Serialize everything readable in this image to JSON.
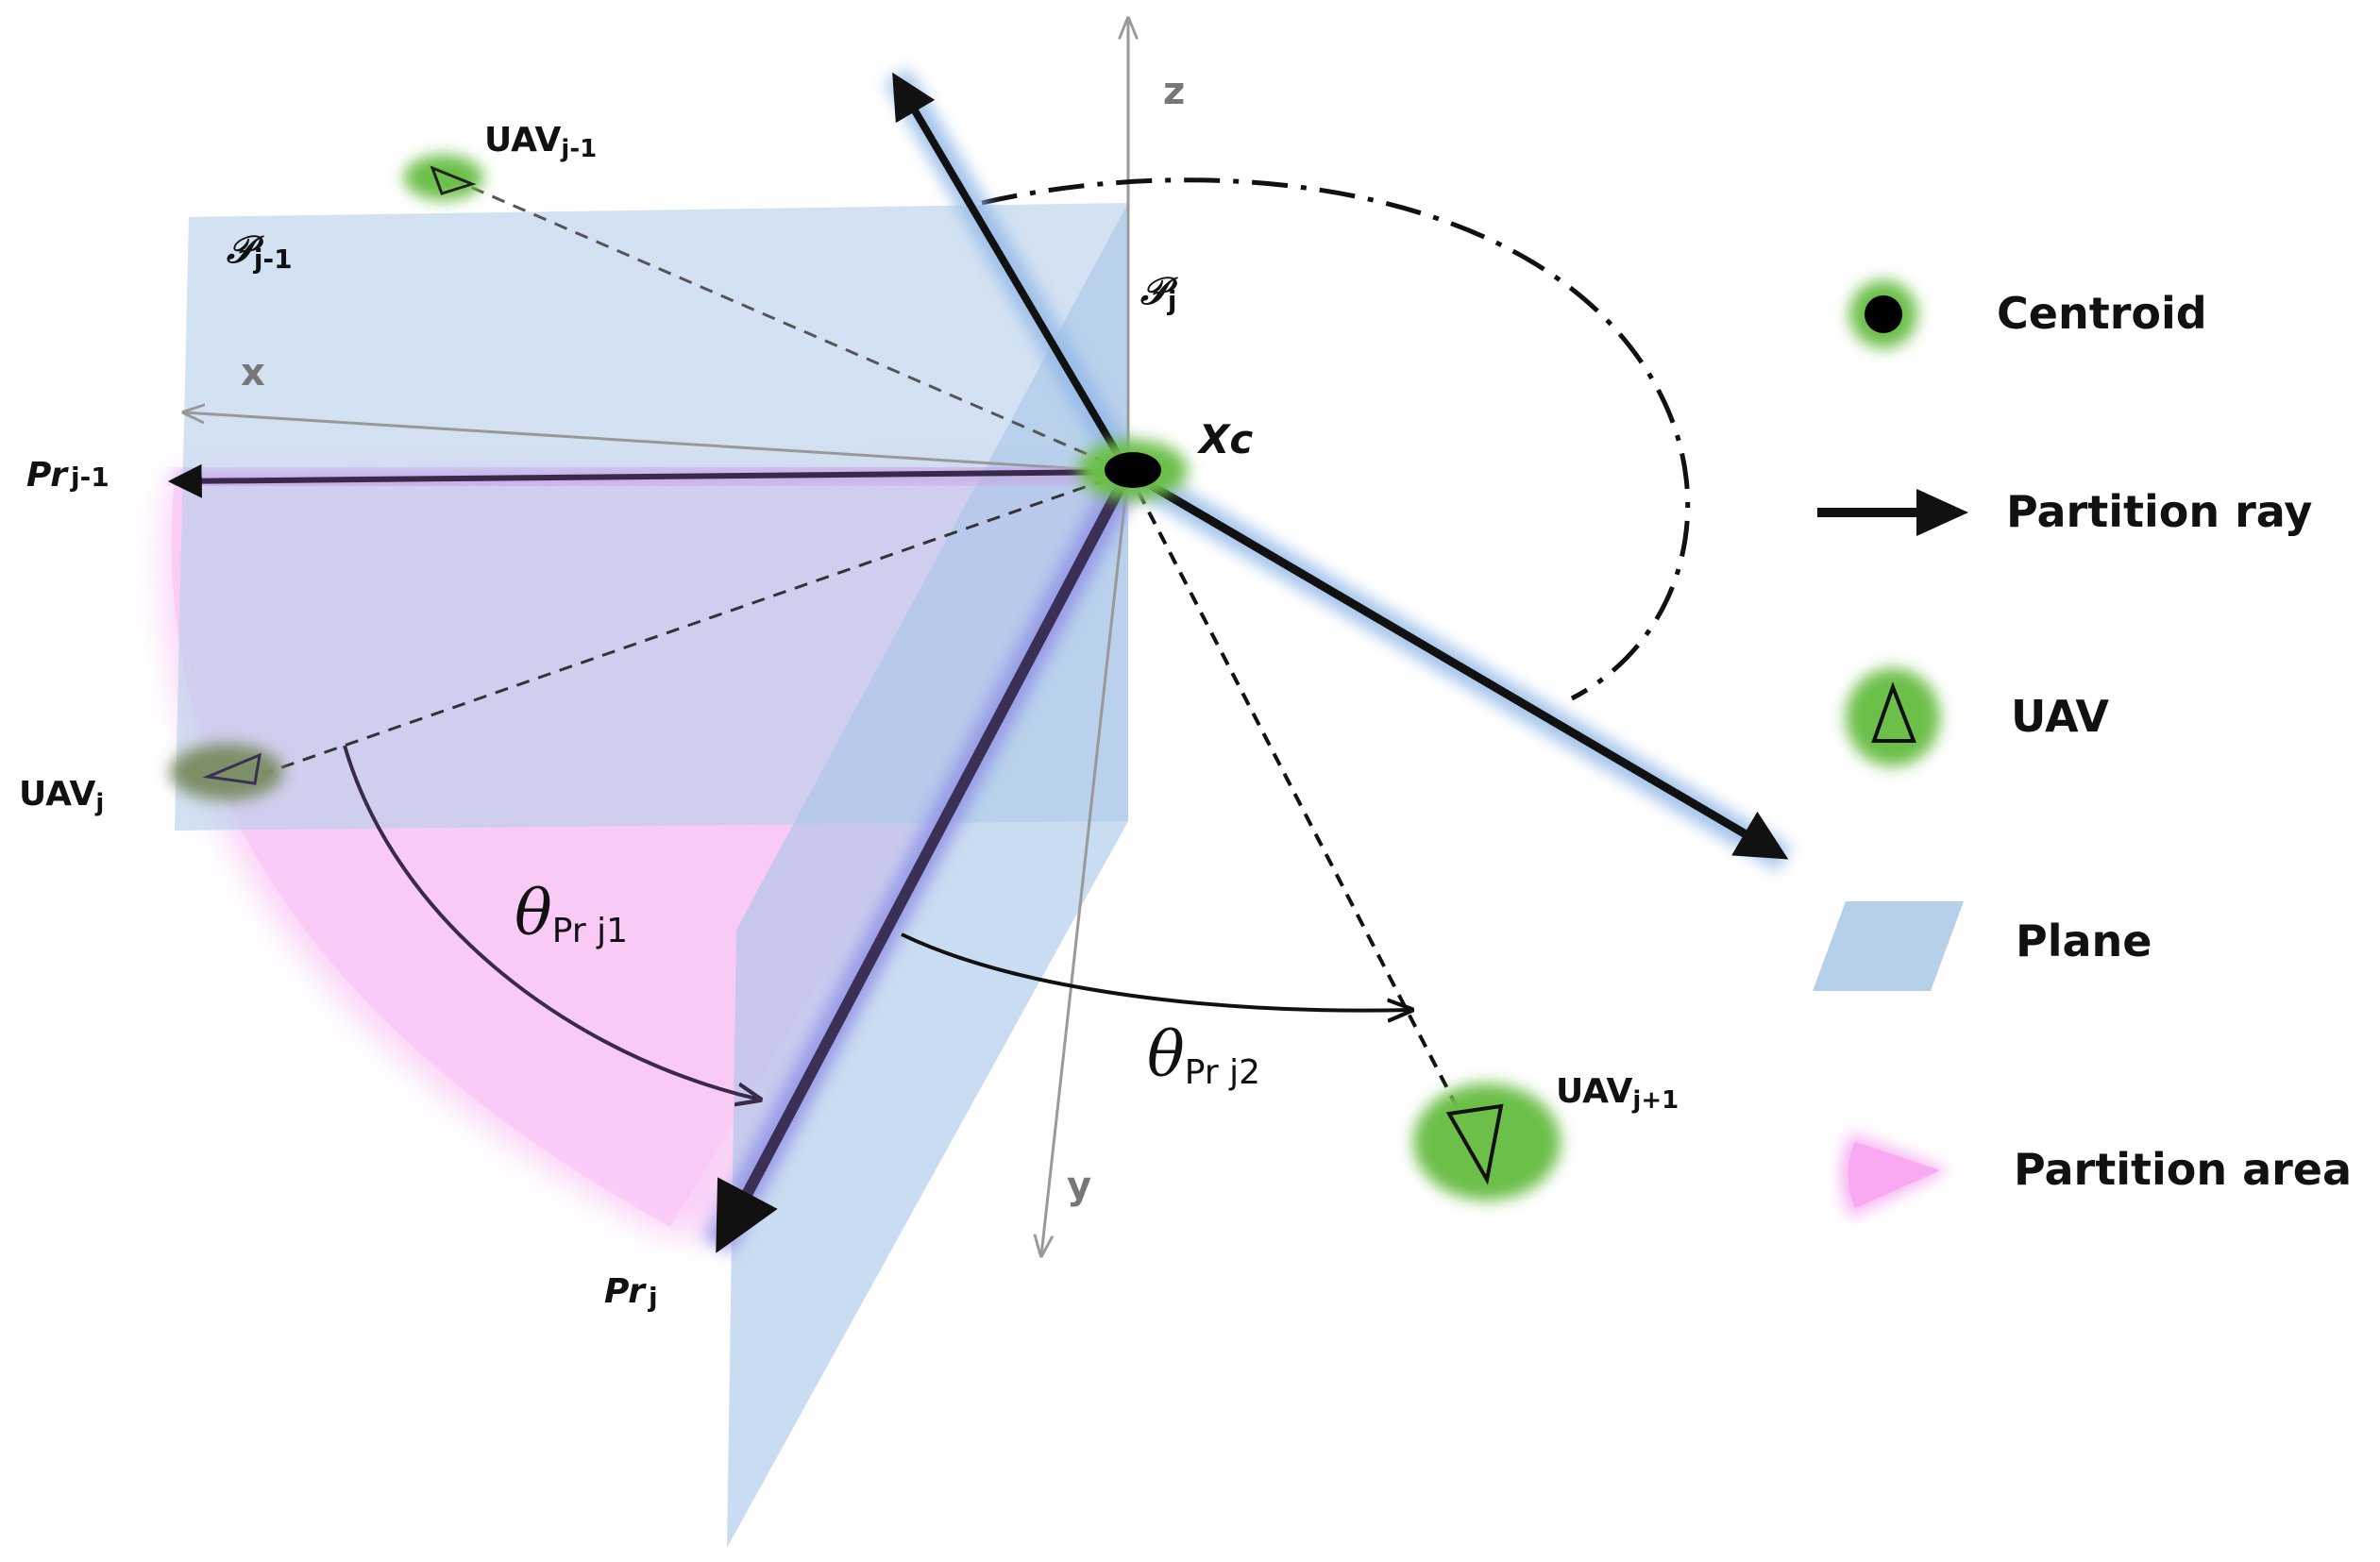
{
  "labels": {
    "axis_z": "z",
    "axis_x": "x",
    "axis_y": "y",
    "centroid": "Xc",
    "uav_prev": {
      "base": "UAV",
      "sub": "j-1"
    },
    "uav_cur": {
      "base": "UAV",
      "sub": "j"
    },
    "uav_next": {
      "base": "UAV",
      "sub": "j+1"
    },
    "plane_prev": {
      "base": "𝒫",
      "sub": "j-1"
    },
    "plane_cur": {
      "base": "𝒫",
      "sub": "j"
    },
    "ray_prev": {
      "base": "Pr",
      "sub": "j-1"
    },
    "ray_cur": {
      "base": "Pr",
      "sub": "j"
    },
    "theta1": {
      "base": "θ",
      "sub": "Pr j1"
    },
    "theta2": {
      "base": "θ",
      "sub": "Pr j2"
    }
  },
  "legend": [
    {
      "key": "centroid",
      "label": "Centroid",
      "icon": "centroid-dot-icon"
    },
    {
      "key": "partition_ray",
      "label": "Partition ray",
      "icon": "arrow-icon"
    },
    {
      "key": "uav",
      "label": "UAV",
      "icon": "triangle-icon"
    },
    {
      "key": "plane",
      "label": "Plane",
      "icon": "parallelogram-icon"
    },
    {
      "key": "partition_area",
      "label": "Partition area",
      "icon": "sector-icon"
    }
  ],
  "colors": {
    "plane": "#b7d0ea",
    "partition_area": "#f6b3f2",
    "uav_glow": "#6cbf4a",
    "ray": "#111111",
    "ray_glow": "#8fb6e6",
    "axis": "#999999"
  }
}
